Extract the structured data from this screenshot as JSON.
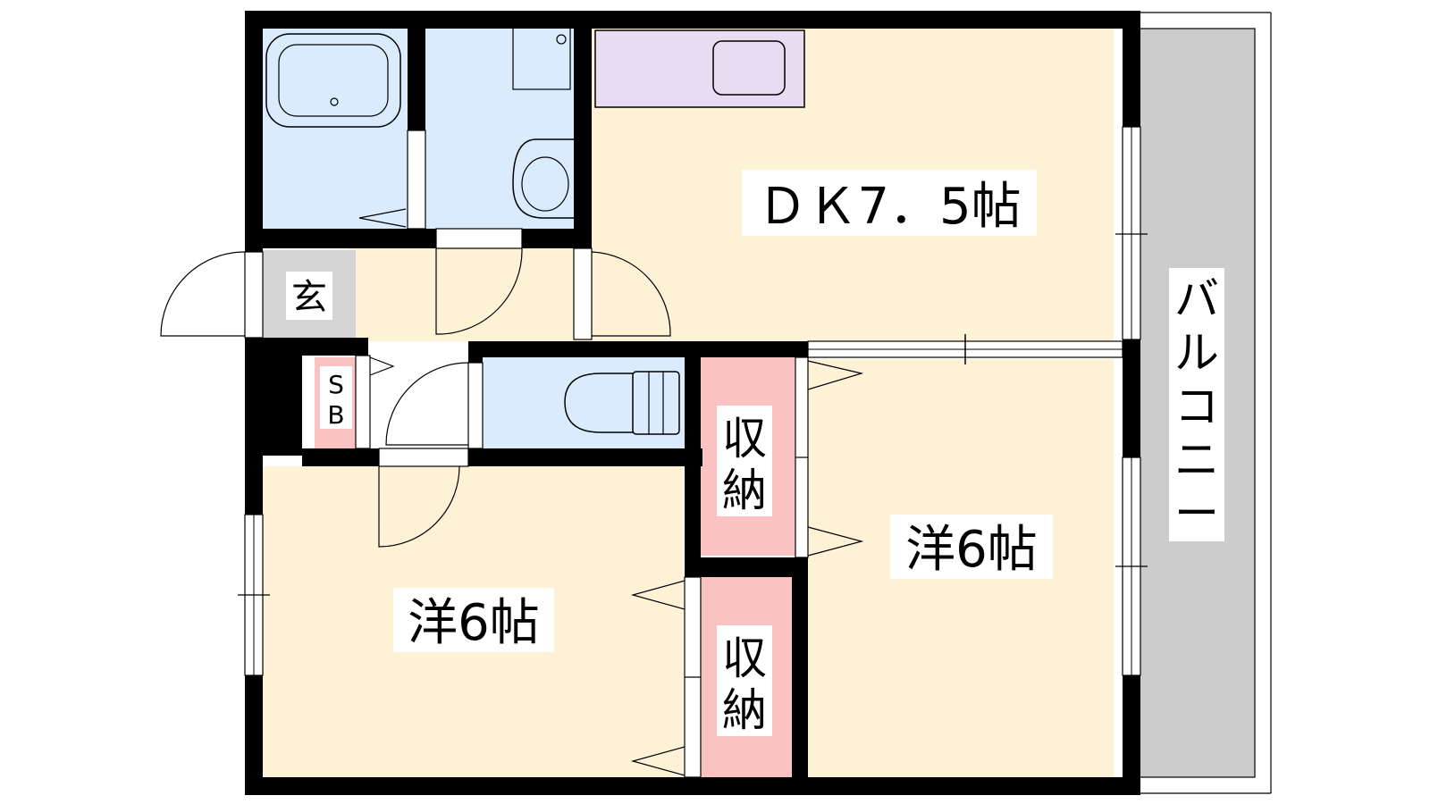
{
  "rooms": {
    "dk": {
      "label": "ＤＫ7．5帖"
    },
    "western_left": {
      "label": "洋6帖"
    },
    "western_right": {
      "label": "洋6帖"
    },
    "entrance": {
      "label": "玄"
    },
    "shoe_box": {
      "label_1": "S",
      "label_2": "B"
    },
    "storage_upper": {
      "label_1": "収",
      "label_2": "納"
    },
    "storage_lower": {
      "label_1": "収",
      "label_2": "納"
    },
    "balcony": {
      "label_1": "バ",
      "label_2": "ル",
      "label_3": "コ",
      "label_4": "ニ",
      "label_5": "ー"
    }
  },
  "colors": {
    "living": "#fdf1d6",
    "wet_area": "#d9ebfd",
    "kitchen": "#e8dcf2",
    "entrance": "#d4d4d4",
    "storage": "#fbc2c2",
    "balcony": "#cccccc",
    "wall": "#000000"
  }
}
